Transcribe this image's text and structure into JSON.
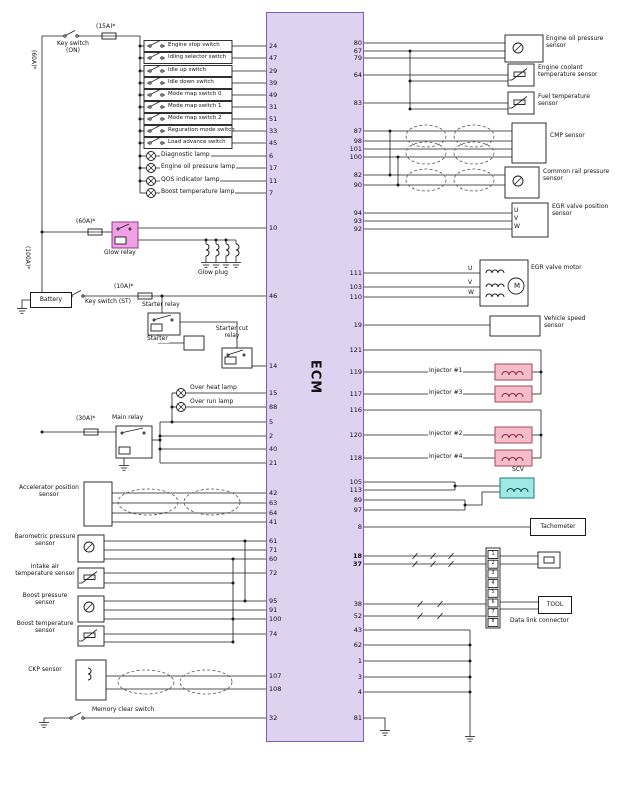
{
  "ecm": {
    "label": "ECM",
    "left_pins": [
      "24",
      "47",
      "29",
      "39",
      "49",
      "31",
      "51",
      "33",
      "45",
      "6",
      "17",
      "11",
      "7",
      "10",
      "46",
      "14",
      "15",
      "88",
      "5",
      "2",
      "40",
      "21",
      "42",
      "63",
      "64",
      "41",
      "61",
      "71",
      "60",
      "72",
      "95",
      "91",
      "100",
      "74",
      "107",
      "108",
      "32"
    ],
    "right_pins": [
      "80",
      "67",
      "79",
      "64",
      "83",
      "87",
      "98",
      "101",
      "100",
      "82",
      "90",
      "94",
      "93",
      "92",
      "111",
      "103",
      "110",
      "19",
      "121",
      "119",
      "117",
      "116",
      "120",
      "118",
      "105",
      "113",
      "89",
      "97",
      "8",
      "18",
      "37",
      "38",
      "52",
      "43",
      "62",
      "1",
      "3",
      "4",
      "81"
    ]
  },
  "fuses": {
    "f15": "(15A)*",
    "f60_side": "(60A)*",
    "f100_side": "(100A)*",
    "f60": "(60A)*",
    "f10": "(10A)*",
    "f30": "(30A)*"
  },
  "left": {
    "key_switch_on": "Key switch (ON)",
    "switches": [
      "Engine stop switch",
      "Idling selector switch",
      "Idle up switch",
      "Idle down switch",
      "Mode map switch 0",
      "Mode map switch 1",
      "Mode map switch 2",
      "Reguration mode switch",
      "Load advance switch"
    ],
    "lamps": [
      "Diagnostic lamp",
      "Engine oil pressure lamp",
      "QOS indicator lamp",
      "Boost temperature lamp"
    ],
    "glow_relay": "Glow relay",
    "glow_plug": "Glow plug",
    "key_switch_st": "Key switch (ST)",
    "battery": "Battery",
    "starter_relay": "Starter relay",
    "starter": "Starter",
    "starter_cut_relay": "Starter cut relay",
    "over_heat_lamp": "Over heat lamp",
    "over_run_lamp": "Over run lamp",
    "main_relay": "Main relay",
    "accelerator_position_sensor": "Accelerator position sensor",
    "barometric_pressure_sensor": "Barometric pressure sensor",
    "intake_air_temperature_sensor": "Intake air temperature sensor",
    "boost_pressure_sensor": "Boost pressure sensor",
    "boost_temperature_sensor": "Boost temperature sensor",
    "ckp_sensor": "CKP sensor",
    "memory_clear_switch": "Memory clear switch"
  },
  "right": {
    "engine_oil_pressure_sensor": "Engine oil pressure sensor",
    "engine_coolant_temperature_sensor": "Engine coolant temperature sensor",
    "fuel_temperature_sensor": "Fuel temperature sensor",
    "cmp_sensor": "CMP sensor",
    "common_rail_pressure_sensor": "Common rail pressure sensor",
    "egr_valve_position_sensor": "EGR valve position sensor",
    "egr_valve_motor": "EGR valve motor",
    "vehicle_speed_sensor": "Vehicle speed sensor",
    "injector1": "Injector #1",
    "injector3": "Injector #3",
    "injector2": "Injector #2",
    "injector4": "Injector #4",
    "scv": "SCV",
    "tachometer": "Tachometer",
    "tool": "TOOL",
    "data_link_connector": "Data link connector",
    "dlc_pins": [
      "1",
      "2",
      "3",
      "4",
      "5",
      "6",
      "7",
      "8"
    ],
    "phases": [
      "U",
      "V",
      "W"
    ],
    "motor_m": "M"
  },
  "colors": {
    "ecm_fill": "#ddd2f0",
    "ecm_border": "#7a5fb5",
    "glow_relay_fill": "#f2a0e6",
    "injector_fill": "#f6bcca",
    "scv_fill": "#9fe8e4"
  }
}
